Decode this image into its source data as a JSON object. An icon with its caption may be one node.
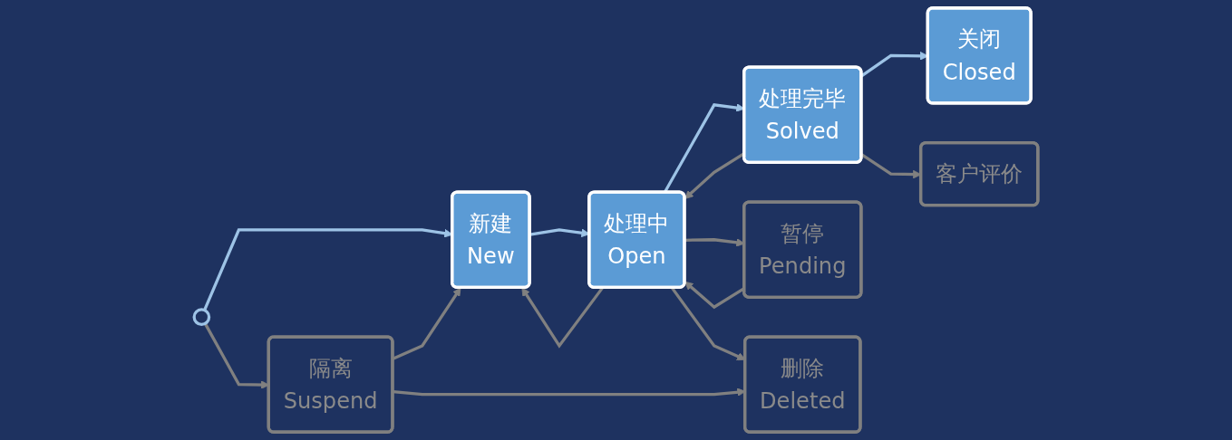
{
  "diagram": {
    "nodes": [
      {
        "text": [
          "暂停",
          "Pending"
        ]
      },
      {
        "text": [],
        "shape": "circle"
      },
      {
        "text": [
          "新建",
          "New"
        ]
      },
      {
        "text": [
          "处理中",
          "Open"
        ]
      },
      {
        "text": [
          "处理完毕",
          "Solved"
        ]
      },
      {
        "text": [
          "关闭",
          "Closed"
        ]
      },
      {
        "text": [
          "隔离",
          "Suspend"
        ]
      },
      {
        "text": [
          "删除",
          "Deleted"
        ]
      },
      {
        "text": [
          "客户评价"
        ]
      }
    ],
    "edges": [
      {
        "from": 1,
        "to": 2,
        "arrow": "to",
        "color": "#9dc3e6"
      },
      {
        "from": 1,
        "to": 6,
        "arrow": "to"
      },
      {
        "from": 6,
        "to": 2,
        "arrow": "to"
      },
      {
        "from": 2,
        "to": 3,
        "arrow": "to",
        "color": "#9dc3e6"
      },
      {
        "from": 3,
        "to": 2,
        "arrow": "to"
      },
      {
        "from": 3,
        "to": 4,
        "arrow": "to",
        "color": "#9dc3e6"
      },
      {
        "from": 4,
        "to": 3,
        "arrow": "to"
      },
      {
        "from": 4,
        "to": 5,
        "arrow": "to",
        "color": "#9dc3e6"
      },
      {
        "from": 3,
        "to": 0,
        "arrow": "to"
      },
      {
        "from": 0,
        "to": 3,
        "arrow": "to"
      },
      {
        "from": 3,
        "to": 7,
        "arrow": "to"
      },
      {
        "from": 6,
        "to": 7,
        "arrow": "to"
      },
      {
        "from": 4,
        "to": 8,
        "arrow": "to"
      }
    ]
  }
}
